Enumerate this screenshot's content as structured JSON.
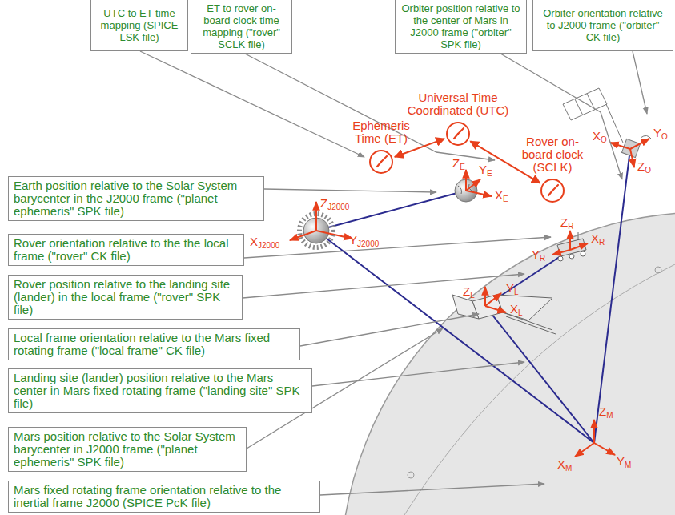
{
  "diagram": {
    "nodes": [
      {
        "text": [
          "UTC to ET time mapping (SPICE LSK file)"
        ]
      },
      {
        "text": [
          "ET to rover on-board clock time mapping (\"rover\" SCLK file)"
        ]
      },
      {
        "text": [
          "Orbiter position relative to the center of Mars in J2000 frame (\"orbiter\" SPK file)"
        ]
      },
      {
        "text": [
          "Orbiter orientation relative to J2000 frame (\"orbiter\" CK file)"
        ]
      },
      {
        "text": [
          "Ephemeris Time (ET)"
        ]
      },
      {
        "text": [
          "Universal Time Coordinated (UTC)"
        ]
      },
      {
        "text": [
          "Rover on-board clock (SCLK)"
        ]
      },
      {
        "text": [
          "Earth position relative to the Solar System barycenter in the J2000 frame (\"planet ephemeris\" SPK file)"
        ]
      },
      {
        "text": [
          "Rover orientation relative to the the local frame (\"rover\" CK file)"
        ]
      },
      {
        "text": [
          "Rover position relative to the landing site (lander) in the local frame (\"rover\" SPK file)"
        ]
      },
      {
        "text": [
          "Local frame orientation relative to the Mars fixed rotating frame (\"local frame\" CK file)"
        ]
      },
      {
        "text": [
          "Landing site (lander) position relative to the Mars center in Mars fixed rotating frame (\"landing site\" SPK file)"
        ]
      },
      {
        "text": [
          "Mars position relative to the Solar System barycenter in J2000 frame (\"planet ephemeris\" SPK file)"
        ]
      },
      {
        "text": [
          "Mars fixed rotating frame orientation relative to the inertial frame J2000 (SPICE PcK file)"
        ]
      }
    ],
    "edges": [
      {
        "from": 4,
        "to": 5,
        "arrow": "both"
      },
      {
        "from": 5,
        "to": 6,
        "arrow": "both"
      }
    ],
    "labels": [
      "ZJ2000",
      "YJ2000",
      "XJ2000",
      "ZE",
      "YE",
      "XE",
      "ZR",
      "YR",
      "XR",
      "ZL",
      "YL",
      "XL",
      "ZM",
      "YM",
      "XM",
      "XO",
      "YO",
      "ZO"
    ]
  }
}
